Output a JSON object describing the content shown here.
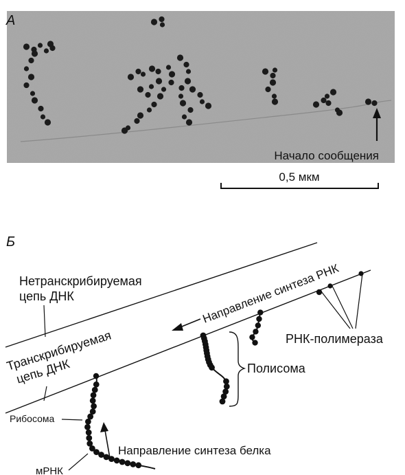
{
  "panel_a": {
    "letter": "А",
    "message_start_label": "Начало сообщения",
    "scale_bar_label": "0,5 мкм"
  },
  "panel_b": {
    "letter": "Б",
    "nontranscribed_strand": "Нетранскрибируемая цепь ДНК",
    "nontranscribed_strand_lines": [
      "Нетранскрибируемая",
      "цепь ДНК"
    ],
    "transcribed_strand": "Транскрибируемая цепь ДНК",
    "transcribed_strand_lines": [
      "Транскрибируемая",
      "цепь ДНК"
    ],
    "rna_synthesis_direction": "Направление синтеза РНК",
    "rna_polymerase": "РНК-полимераза",
    "polysome": "Полисома",
    "ribosome": "Рибосома",
    "mrna": "мРНК",
    "protein_synthesis_direction": "Направление синтеза белка"
  },
  "colors": {
    "micrograph_background": "#a9a9a9",
    "ink": "#111111"
  }
}
